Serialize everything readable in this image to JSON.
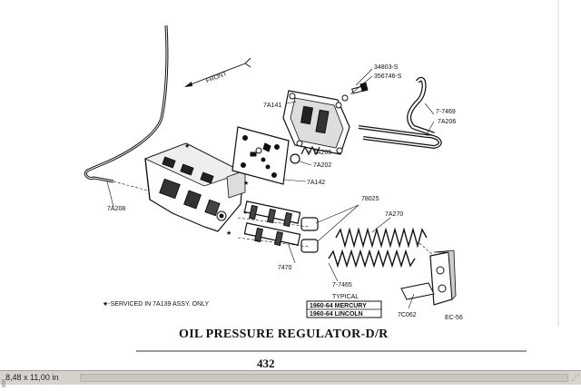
{
  "diagram": {
    "title": "OIL PRESSURE REGULATOR-D/R",
    "page_number": "432",
    "front_label": "FRONT",
    "footnote": "★-SERVICED IN 7A139 ASSY. ONLY",
    "figure_code": "EC-56",
    "typical_label": "TYPICAL",
    "typical_models": [
      "1960-64 MERCURY",
      "1960-64 LINCOLN"
    ],
    "part_labels": {
      "p34803": "34803-S",
      "p356746": "356746-S",
      "p7A141": "7A141",
      "p77469": "7-7469",
      "p7A206": "7A206",
      "p7A205": "7A205",
      "p7A202": "7A202",
      "p7A142": "7A142",
      "p78025": "78025",
      "p7A270": "7A270",
      "p7A208": "7A208",
      "p7470": "7470",
      "p77465": "7-7465",
      "p7C062": "7C062"
    }
  },
  "statusbar": {
    "page_size": "8,48 x 11,00 in"
  }
}
